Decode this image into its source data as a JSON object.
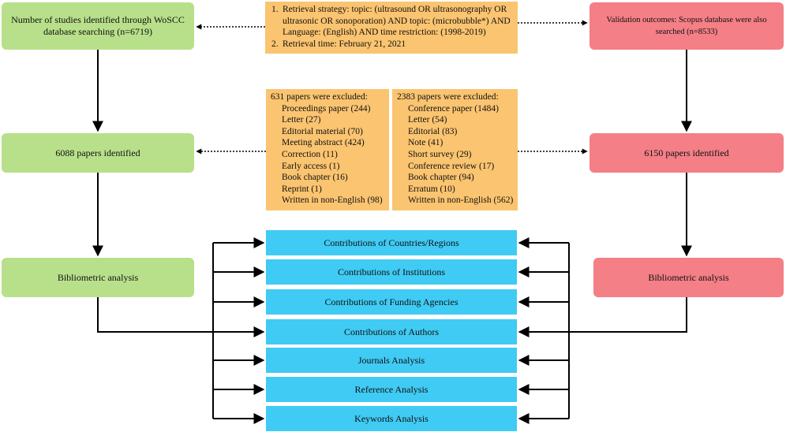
{
  "left": {
    "identified": "Number of studies identified through WoSCC database searching (n=6719)",
    "papers": "6088 papers identified",
    "analysis": "Bibliometric analysis"
  },
  "right": {
    "validation": "Validation outcomes: Scopus database were also searched (n=8533)",
    "papers": "6150 papers identified",
    "analysis": "Bibliometric analysis"
  },
  "strategy": {
    "items": [
      {
        "num": "1.",
        "text": "Retrieval strategy: topic: (ultrasound OR ultrasonography OR ultrasonic OR sonoporation) AND topic: (microbubble*) AND Language: (English) AND time restriction: (1998-2019)"
      },
      {
        "num": "2.",
        "text": "Retrieval time: February 21, 2021"
      }
    ]
  },
  "excluded_wos": {
    "title": "631 papers were excluded:",
    "items": [
      "Proceedings paper (244)",
      "Letter (27)",
      "Editorial material (70)",
      "Meeting abstract (424)",
      "Correction (11)",
      "Early access (1)",
      "Book chapter (16)",
      "Reprint (1)",
      "Written in non-English (98)"
    ]
  },
  "excluded_scopus": {
    "title": "2383 papers were excluded:",
    "items": [
      "Conference paper (1484)",
      "Letter (54)",
      "Editorial (83)",
      "Note (41)",
      "Short survey (29)",
      "Conference review (17)",
      "Book chapter (94)",
      "Erratum (10)",
      "Written in non-English (562)"
    ]
  },
  "analyses": [
    "Contributions of Countries/Regions",
    "Contributions of Institutions",
    "Contributions of Funding Agencies",
    "Contributions of Authors",
    "Journals Analysis",
    "Reference Analysis",
    "Keywords Analysis"
  ],
  "colors": {
    "wos": "#b8e08a",
    "scopus": "#f47f86",
    "criteria": "#fbc470",
    "analysis": "#3fcbf4"
  }
}
